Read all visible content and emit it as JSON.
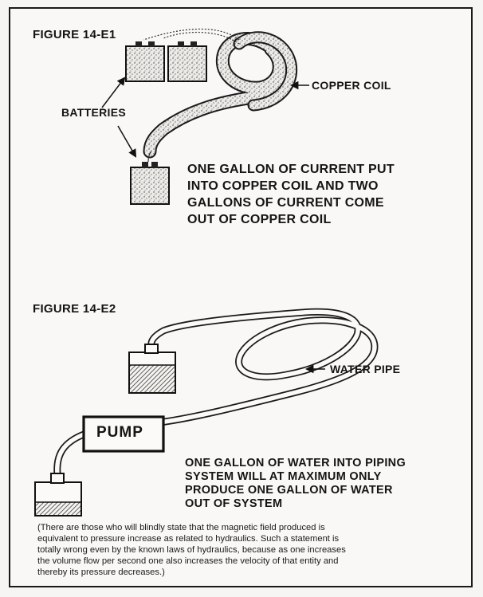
{
  "figure1": {
    "title": "FIGURE 14-E1",
    "coil_label": "COPPER COIL",
    "batteries_label": "BATTERIES",
    "statement": "ONE GALLON OF CURRENT PUT\nINTO COPPER COIL AND TWO\nGALLONS OF CURRENT COME\nOUT OF COPPER COIL"
  },
  "figure2": {
    "title": "FIGURE 14-E2",
    "pipe_label": "WATER PIPE",
    "pump_label": "PUMP",
    "statement": "ONE GALLON OF WATER INTO PIPING\nSYSTEM WILL AT MAXIMUM ONLY\nPRODUCE ONE GALLON OF WATER\nOUT OF SYSTEM"
  },
  "caption": "(There are those who will blindly state that the magnetic field produced is\nequivalent to pressure increase as related to hydraulics. Such a statement is\ntotally wrong even by the known laws of hydraulics, because as one increases\nthe volume flow per second one also increases the velocity of that entity and\nthereby its pressure decreases.)"
}
